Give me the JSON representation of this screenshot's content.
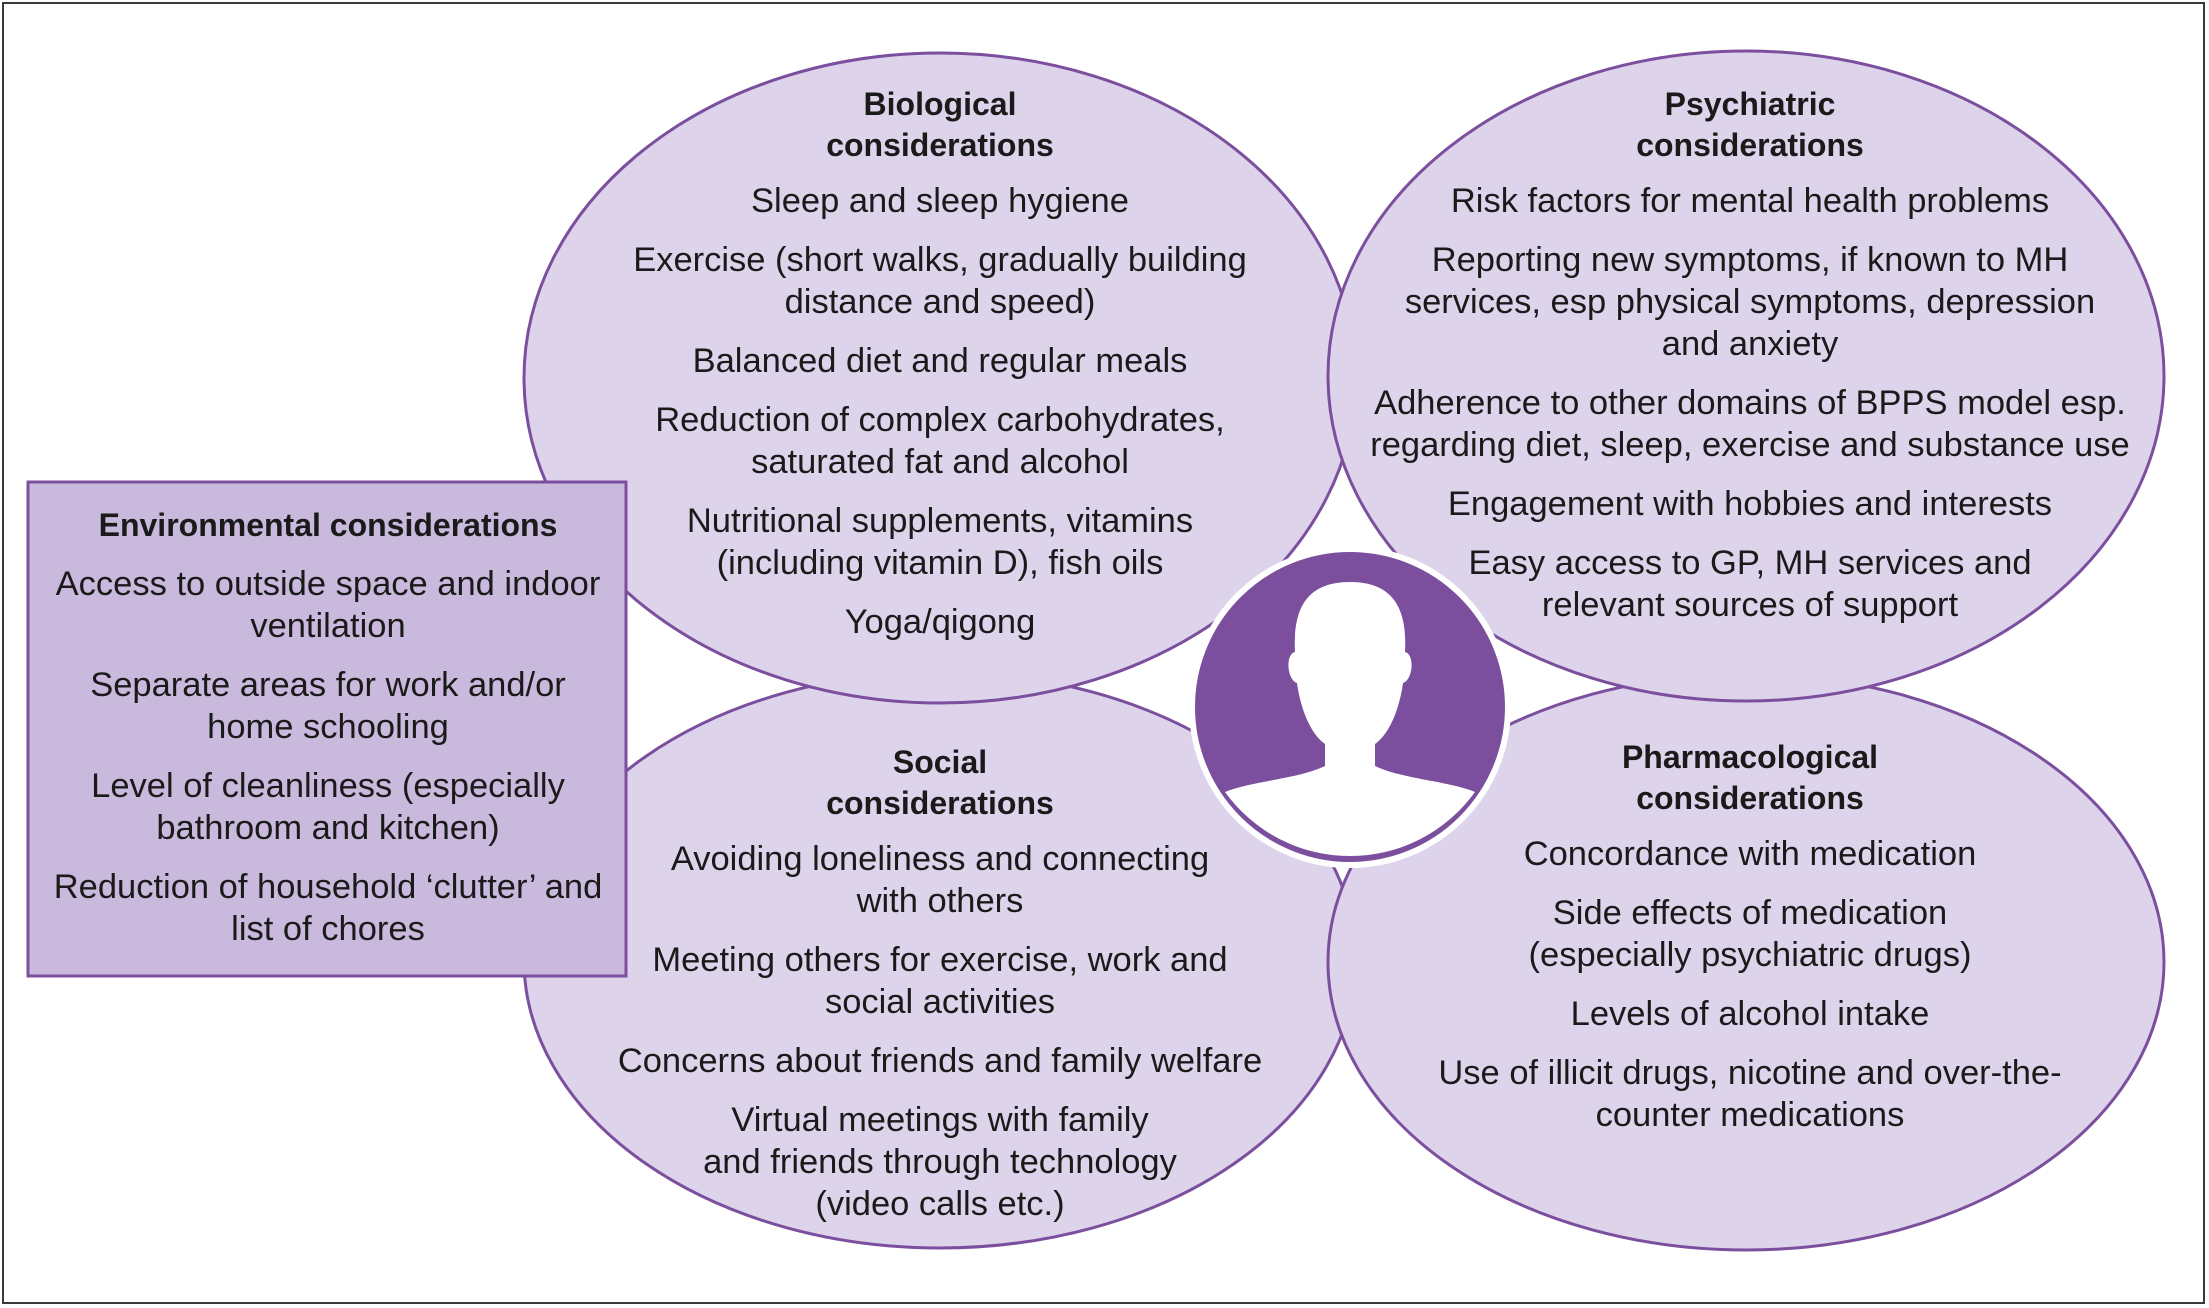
{
  "colors": {
    "ellipse_fill": "#ddd3ea",
    "ellipse_stroke": "#7b4f9e",
    "environment_fill": "#c9b9dd",
    "person_circle": "#7b4f9e",
    "person_silhouette": "#ffffff",
    "frame": "#3a3a3a"
  },
  "icons": {
    "person": "person-silhouette-icon"
  },
  "biological": {
    "heading": "Biological\nconsiderations",
    "items": [
      "Sleep and sleep hygiene",
      "Exercise (short walks, gradually building\ndistance and speed)",
      "Balanced diet and regular meals",
      "Reduction of complex carbohydrates,\nsaturated fat and alcohol",
      "Nutritional supplements, vitamins\n(including vitamin D), fish oils",
      "Yoga/qigong"
    ]
  },
  "psychiatric": {
    "heading": "Psychiatric\nconsiderations",
    "items": [
      "Risk factors for mental health problems",
      "Reporting new symptoms, if known to MH\nservices, esp physical symptoms, depression\nand anxiety",
      "Adherence to other domains of BPPS model esp.\nregarding diet, sleep, exercise and substance use",
      "Engagement with hobbies and interests",
      "Easy access to GP, MH services and\nrelevant sources of support"
    ]
  },
  "social": {
    "heading": "Social\nconsiderations",
    "items": [
      "Avoiding loneliness and connecting\nwith others",
      "Meeting others for exercise, work and\nsocial activities",
      "Concerns about friends and family welfare",
      "Virtual meetings with family\nand friends through technology\n(video calls etc.)"
    ]
  },
  "pharmacological": {
    "heading": "Pharmacological\nconsiderations",
    "items": [
      "Concordance with medication",
      "Side effects of medication\n(especially psychiatric drugs)",
      "Levels of alcohol intake",
      "Use of illicit drugs, nicotine and over-the-\ncounter medications"
    ]
  },
  "environmental": {
    "heading": "Environmental considerations",
    "items": [
      "Access to outside space and indoor\nventilation",
      "Separate areas for work and/or\nhome schooling",
      "Level of cleanliness (especially\nbathroom and kitchen)",
      "Reduction of household ‘clutter’ and\nlist of chores"
    ]
  }
}
